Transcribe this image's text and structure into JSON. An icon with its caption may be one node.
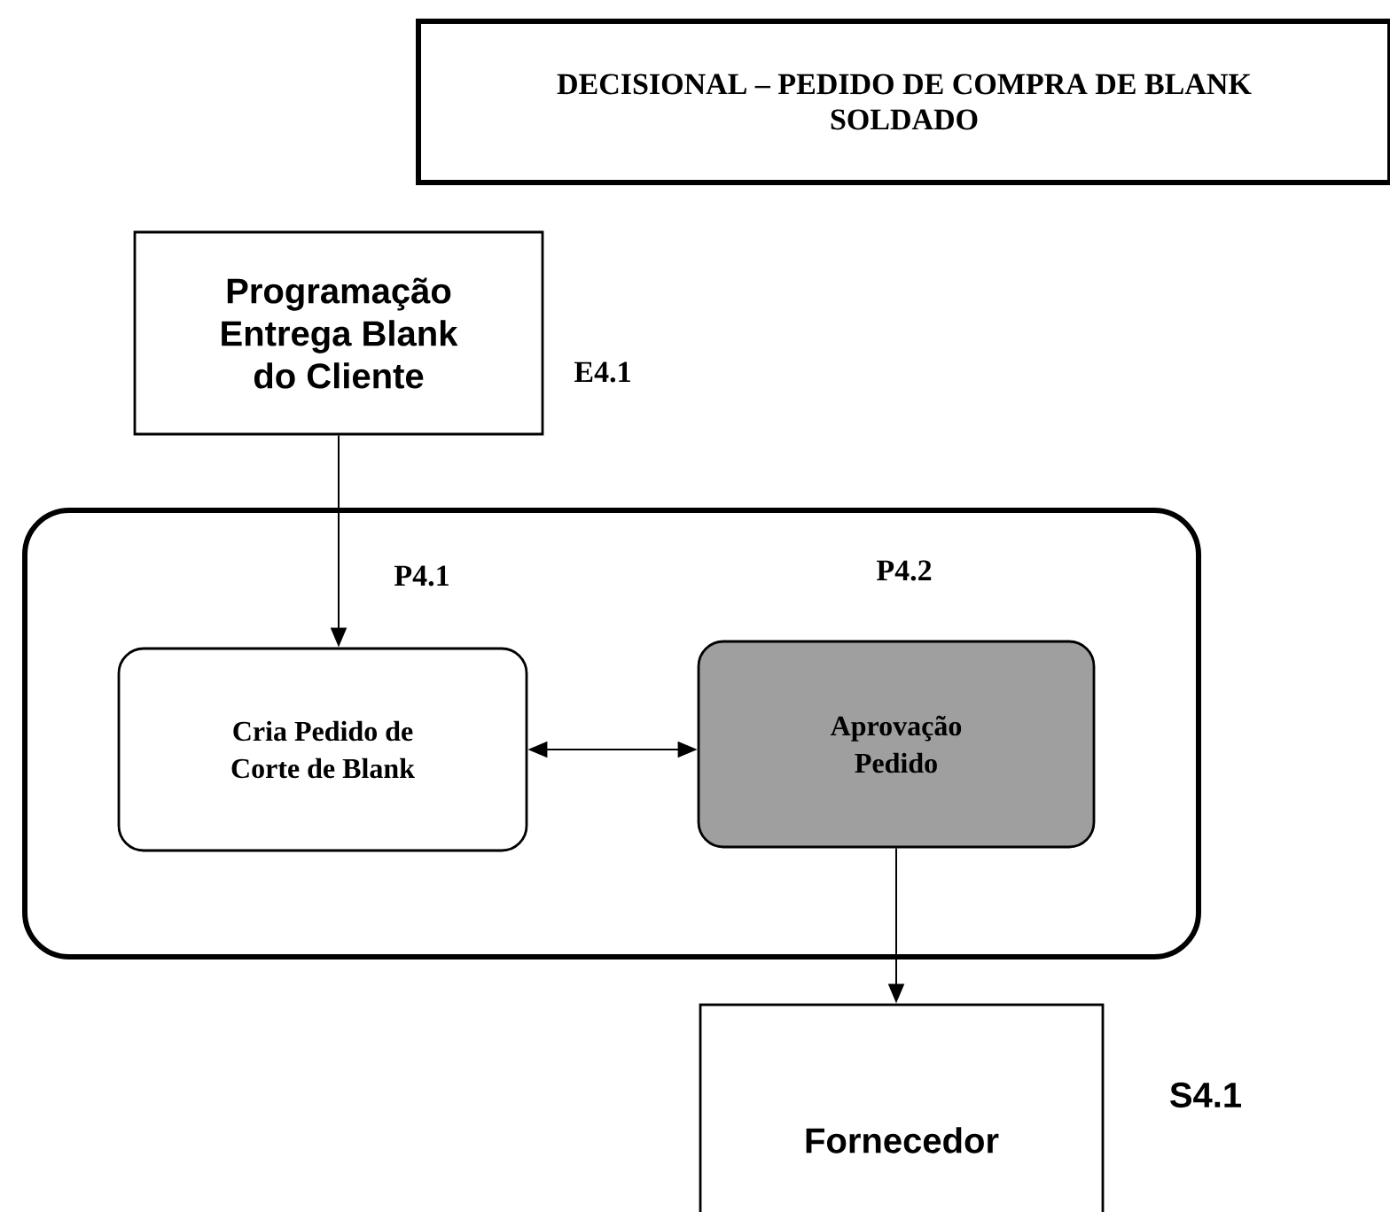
{
  "diagram": {
    "nodes": [
      {
        "text": [
          "DECISIONAL – PEDIDO DE COMPRA DE BLANK SOLDADO"
        ]
      },
      {
        "text": [
          "Programação Entrega Blank do Cliente"
        ],
        "beside": [
          "E4.1"
        ]
      },
      {
        "text": [],
        "shape": "box"
      },
      {
        "text": [
          "Cria Pedido de Corte de Blank"
        ],
        "in": 2,
        "beside": [
          "P4.1"
        ]
      },
      {
        "text": [
          "Aprovação Pedido"
        ],
        "in": 2,
        "beside": [
          "P4.2"
        ]
      },
      {
        "text": [
          "Fornecedor"
        ],
        "beside": [
          "S4.1"
        ]
      }
    ],
    "edges": [
      {
        "from": 1,
        "to": 3,
        "arrow": "to"
      },
      {
        "from": 3,
        "to": 4,
        "arrow": "both"
      },
      {
        "from": 4,
        "to": 5,
        "arrow": "to"
      }
    ]
  }
}
